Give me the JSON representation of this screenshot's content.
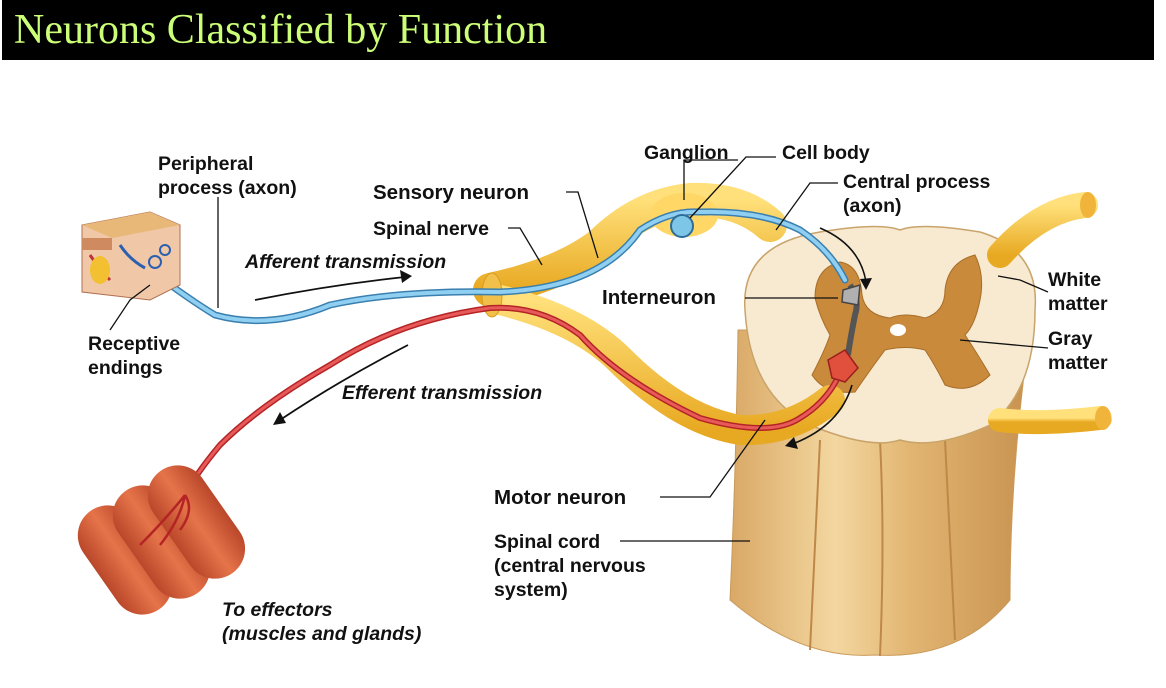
{
  "title": "Neurons Classified by Function",
  "labels": {
    "peripheral_process_line1": "Peripheral",
    "peripheral_process_line2": "process (axon)",
    "sensory_neuron": "Sensory neuron",
    "spinal_nerve": "Spinal nerve",
    "afferent_transmission": "Afferent transmission",
    "receptive_endings_line1": "Receptive",
    "receptive_endings_line2": "endings",
    "efferent_transmission": "Efferent transmission",
    "ganglion": "Ganglion",
    "cell_body": "Cell body",
    "central_process_line1": "Central process",
    "central_process_line2": "(axon)",
    "interneuron": "Interneuron",
    "white_matter_line1": "White",
    "white_matter_line2": "matter",
    "gray_matter_line1": "Gray",
    "gray_matter_line2": "matter",
    "motor_neuron": "Motor neuron",
    "spinal_cord_line1": "Spinal cord",
    "spinal_cord_line2": "(central nervous",
    "spinal_cord_line3": "system)",
    "effectors_line1": "To effectors",
    "effectors_line2": "(muscles and glands)"
  },
  "colors": {
    "title_bg": "#000000",
    "title_text": "#ccff77",
    "sensory_axon": "#6fb3d9",
    "motor_axon": "#d63a3a",
    "nerve": "#f5c23a",
    "spinal_cord": "#e8c27e",
    "white_matter": "#f7ead0",
    "gray_matter": "#c98a3c",
    "muscle": "#d9603a"
  }
}
